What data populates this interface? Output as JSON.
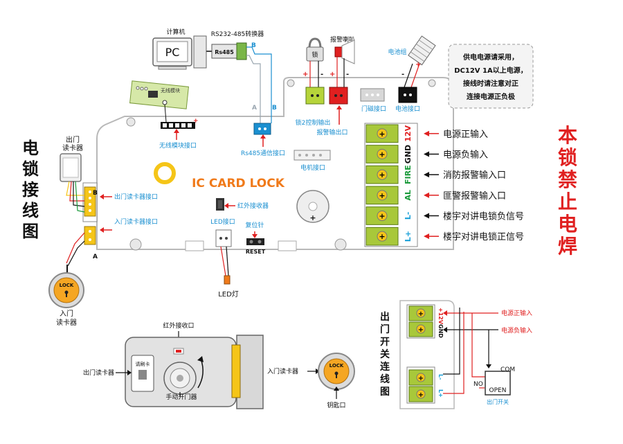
{
  "left_title": [
    "电",
    "锁",
    "接",
    "线",
    "图"
  ],
  "right_title": [
    "本",
    "锁",
    "禁",
    "止",
    "电",
    "焊"
  ],
  "exit_title": [
    "出",
    "门",
    "开",
    "关",
    "连",
    "线",
    "图"
  ],
  "computer": {
    "label": "计算机",
    "screen_text": "PC"
  },
  "converter": {
    "label": "RS232-485转换器",
    "chip_text": "Rs485"
  },
  "wireless_module": {
    "label": "无线模块"
  },
  "lock_icon": {
    "label": "锁",
    "caption": "锁2控制输出"
  },
  "horn": {
    "label": "报警喇叭",
    "caption": "报警输出口"
  },
  "battery": {
    "label": "电池组",
    "caption": "电池接口"
  },
  "door_magnet": {
    "caption": "门磁接口"
  },
  "note": {
    "lines": [
      "供电电源请采用，",
      "DC12V 1A以上电源，",
      "接线时请注意对正",
      "连接电源正负极"
    ]
  },
  "board": {
    "title": "IC CARD  LOCK",
    "wireless_port": "无线模块接口",
    "rs485_port": "Rs485通信接口",
    "motor_port": "电机接口",
    "ir_receiver": "红外接收器",
    "led_port": "LED接口",
    "reset_pin": "复位针",
    "reset_label": "RESET",
    "exit_reader_port": "出门读卡器接口",
    "entry_reader_port": "入门读卡器接口",
    "label_a": "A",
    "label_b": "B"
  },
  "terminals": [
    {
      "pin": "12V",
      "color": "#e02020",
      "desc": "电源正输入",
      "arrow": "#e02020"
    },
    {
      "pin": "GND",
      "color": "#111111",
      "desc": "电源负输入",
      "arrow": "#111111"
    },
    {
      "pin": "FIRE",
      "color": "#1a9a3a",
      "desc": "消防报警输入口",
      "arrow": "#111111"
    },
    {
      "pin": "AL",
      "color": "#1a9a3a",
      "desc": "匪警报警输入口",
      "arrow": "#e02020"
    },
    {
      "pin": "L-",
      "color": "#1aa0d8",
      "desc": "楼宇对讲电锁负信号",
      "arrow": "#111111"
    },
    {
      "pin": "L+",
      "color": "#1aa0d8",
      "desc": "楼宇对讲电锁正信号",
      "arrow": "#e02020"
    }
  ],
  "exit_reader": {
    "label": [
      "出门",
      "读卡器"
    ]
  },
  "entry_reader": {
    "label": [
      "入门",
      "读卡器"
    ],
    "badge": "LOCK"
  },
  "led_lamp": {
    "label": "LED灯"
  },
  "exit_panel": {
    "pins": [
      "+12V",
      "GND",
      "L-",
      "L+"
    ],
    "power_pos": "电源正输入",
    "power_neg": "电源负输入",
    "com": "COM",
    "no": "NO",
    "open": "OPEN",
    "switch_label": "出门开关"
  },
  "lock_body": {
    "ir_label": "红外接收口",
    "card_label": "请刷卡",
    "manual_label": "手动开门器",
    "exit_reader_label": "出门读卡器",
    "entry_reader_label": "入门读卡器",
    "key_label": "钥匙口",
    "badge": "LOCK"
  },
  "wire_labels": {
    "a": "A",
    "b": "B"
  },
  "colors": {
    "board_fill": "#ffffff",
    "terminal_green": "#a8c83a",
    "orange": "#f07a1a",
    "blue_text": "#1a8fd0",
    "red": "#e02020"
  }
}
